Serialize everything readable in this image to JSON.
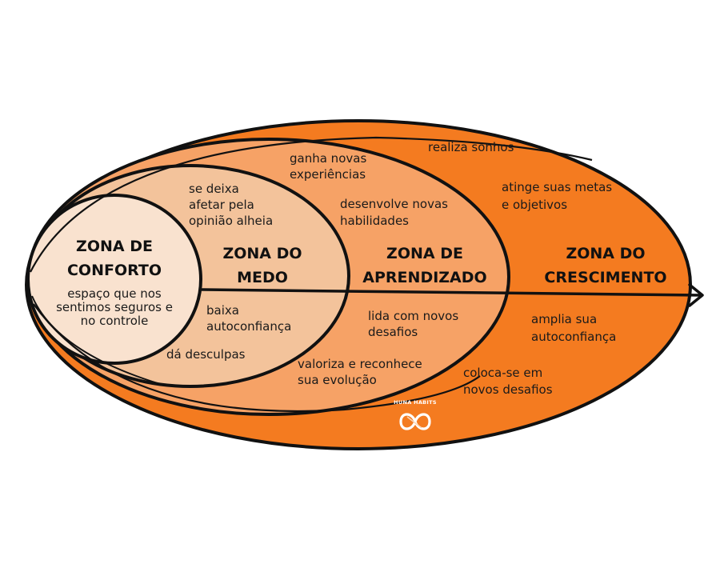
{
  "colors": {
    "crescimento": "#f47b20",
    "aprendizado": "#f6a266",
    "medo": "#f3c39b",
    "conforto": "#f9e2cf",
    "outline": "#111111"
  },
  "zones": {
    "conforto": {
      "title_line1": "ZONA DE",
      "title_line2": "CONFORTO",
      "desc": [
        "espaço que nos",
        "sentimos seguros e",
        "no controle"
      ]
    },
    "medo": {
      "title_line1": "ZONA DO",
      "title_line2": "MEDO",
      "top": [
        "se deixa",
        "afetar pela",
        "opinião alheia"
      ],
      "bottom1": [
        "baixa",
        "autoconfiança"
      ],
      "bottom2": [
        "dá desculpas"
      ]
    },
    "aprendizado": {
      "title_line1": "ZONA DE",
      "title_line2": "APRENDIZADO",
      "top1": [
        "ganha novas",
        "experiências"
      ],
      "top2": [
        "desenvolve novas",
        "habilidades"
      ],
      "bottom1": [
        "lida com novos",
        "desafios"
      ],
      "bottom2": [
        "valoriza e reconhece",
        "sua evolução"
      ]
    },
    "crescimento": {
      "title_line1": "ZONA DO",
      "title_line2": "CRESCIMENTO",
      "top1": [
        "realiza sonhos"
      ],
      "top2": [
        "atinge suas metas",
        "e objetivos"
      ],
      "bottom1": [
        "amplia sua",
        "autoconfiança"
      ],
      "bottom2": [
        "coloca-se em",
        "novos desafios"
      ]
    }
  },
  "brand": {
    "name": "HUNA HABITS",
    "icon": "infinity-logo-icon"
  }
}
